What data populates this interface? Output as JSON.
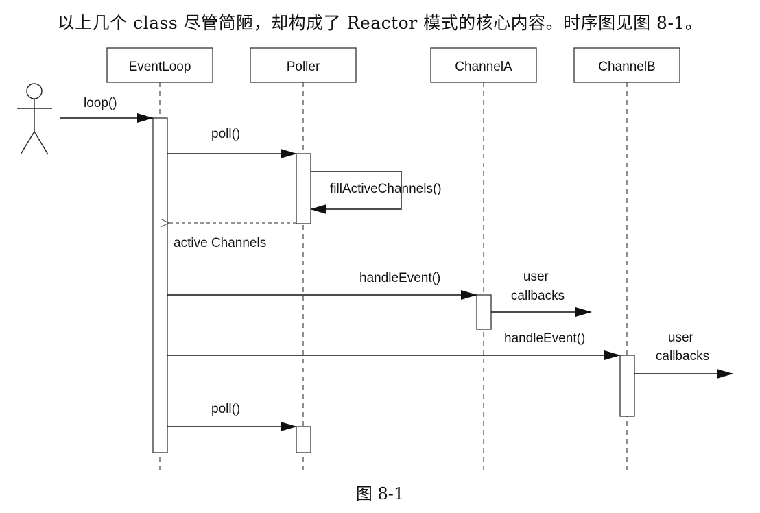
{
  "intro_text": "以上几个 class 尽管简陋，却构成了 Reactor 模式的核心内容。时序图见图 8-1。",
  "caption": "图 8-1",
  "participants": [
    {
      "name": "EventLoop"
    },
    {
      "name": "Poller"
    },
    {
      "name": "ChannelA"
    },
    {
      "name": "ChannelB"
    }
  ],
  "messages": {
    "loop": "loop()",
    "poll_1": "poll()",
    "fill_active_channels": "fillActiveChannels()",
    "active_channels_return": "active Channels",
    "handle_event_a": "handleEvent()",
    "user_callbacks_a": [
      "user",
      "callbacks"
    ],
    "handle_event_b": "handleEvent()",
    "user_callbacks_b": [
      "user",
      "callbacks"
    ],
    "poll_2": "poll()"
  }
}
